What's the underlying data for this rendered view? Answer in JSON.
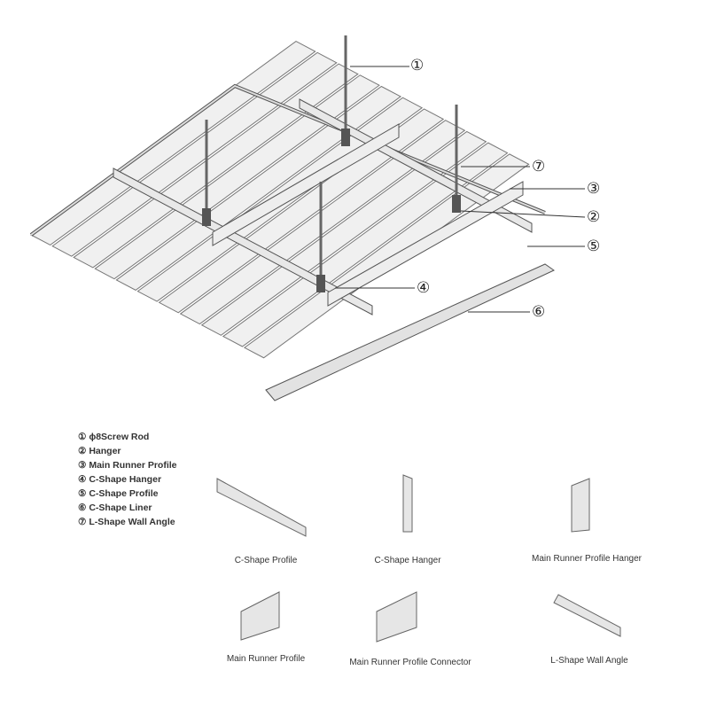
{
  "callouts": [
    "①",
    "②",
    "③",
    "④",
    "⑤",
    "⑥",
    "⑦"
  ],
  "legend": [
    {
      "num": "①",
      "label": "ɸ8Screw Rod"
    },
    {
      "num": "②",
      "label": "Hanger"
    },
    {
      "num": "③",
      "label": "Main Runner Profile"
    },
    {
      "num": "④",
      "label": "C-Shape Hanger"
    },
    {
      "num": "⑤",
      "label": "C-Shape Profile"
    },
    {
      "num": "⑥",
      "label": "C-Shape Liner"
    },
    {
      "num": "⑦",
      "label": "L-Shape Wall Angle"
    }
  ],
  "components": [
    "C-Shape Profile",
    "C-Shape Hanger",
    "Main Runner Profile Hanger",
    "Main Runner Profile",
    "Main Runner Profile Connector",
    "L-Shape Wall Angle"
  ]
}
